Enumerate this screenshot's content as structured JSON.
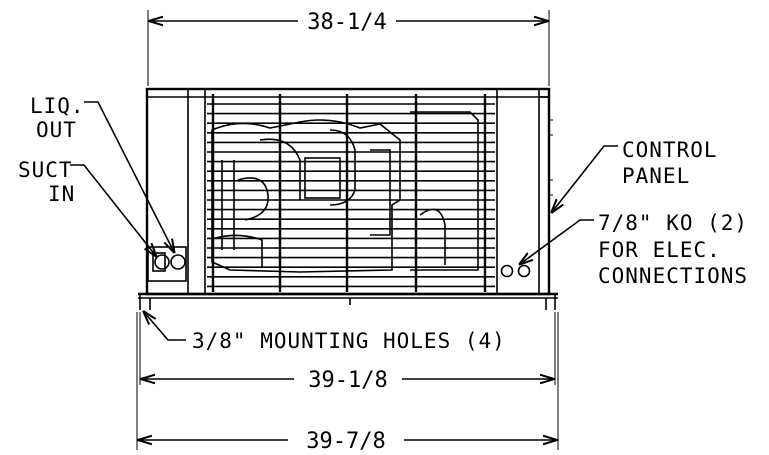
{
  "dimensions": {
    "top_width": "38-1/4",
    "base_width": "39-1/8",
    "overall_width": "39-7/8"
  },
  "labels": {
    "liq_line1": "LIQ.",
    "liq_line2": "OUT",
    "suct_line1": "SUCT",
    "suct_line2": "IN",
    "control_line1": "CONTROL",
    "control_line2": "PANEL",
    "ko_line1": "7/8\" KO (2)",
    "ko_line2": "FOR ELEC.",
    "ko_line3": "CONNECTIONS",
    "mounting": "3/8\" MOUNTING HOLES (4)"
  }
}
